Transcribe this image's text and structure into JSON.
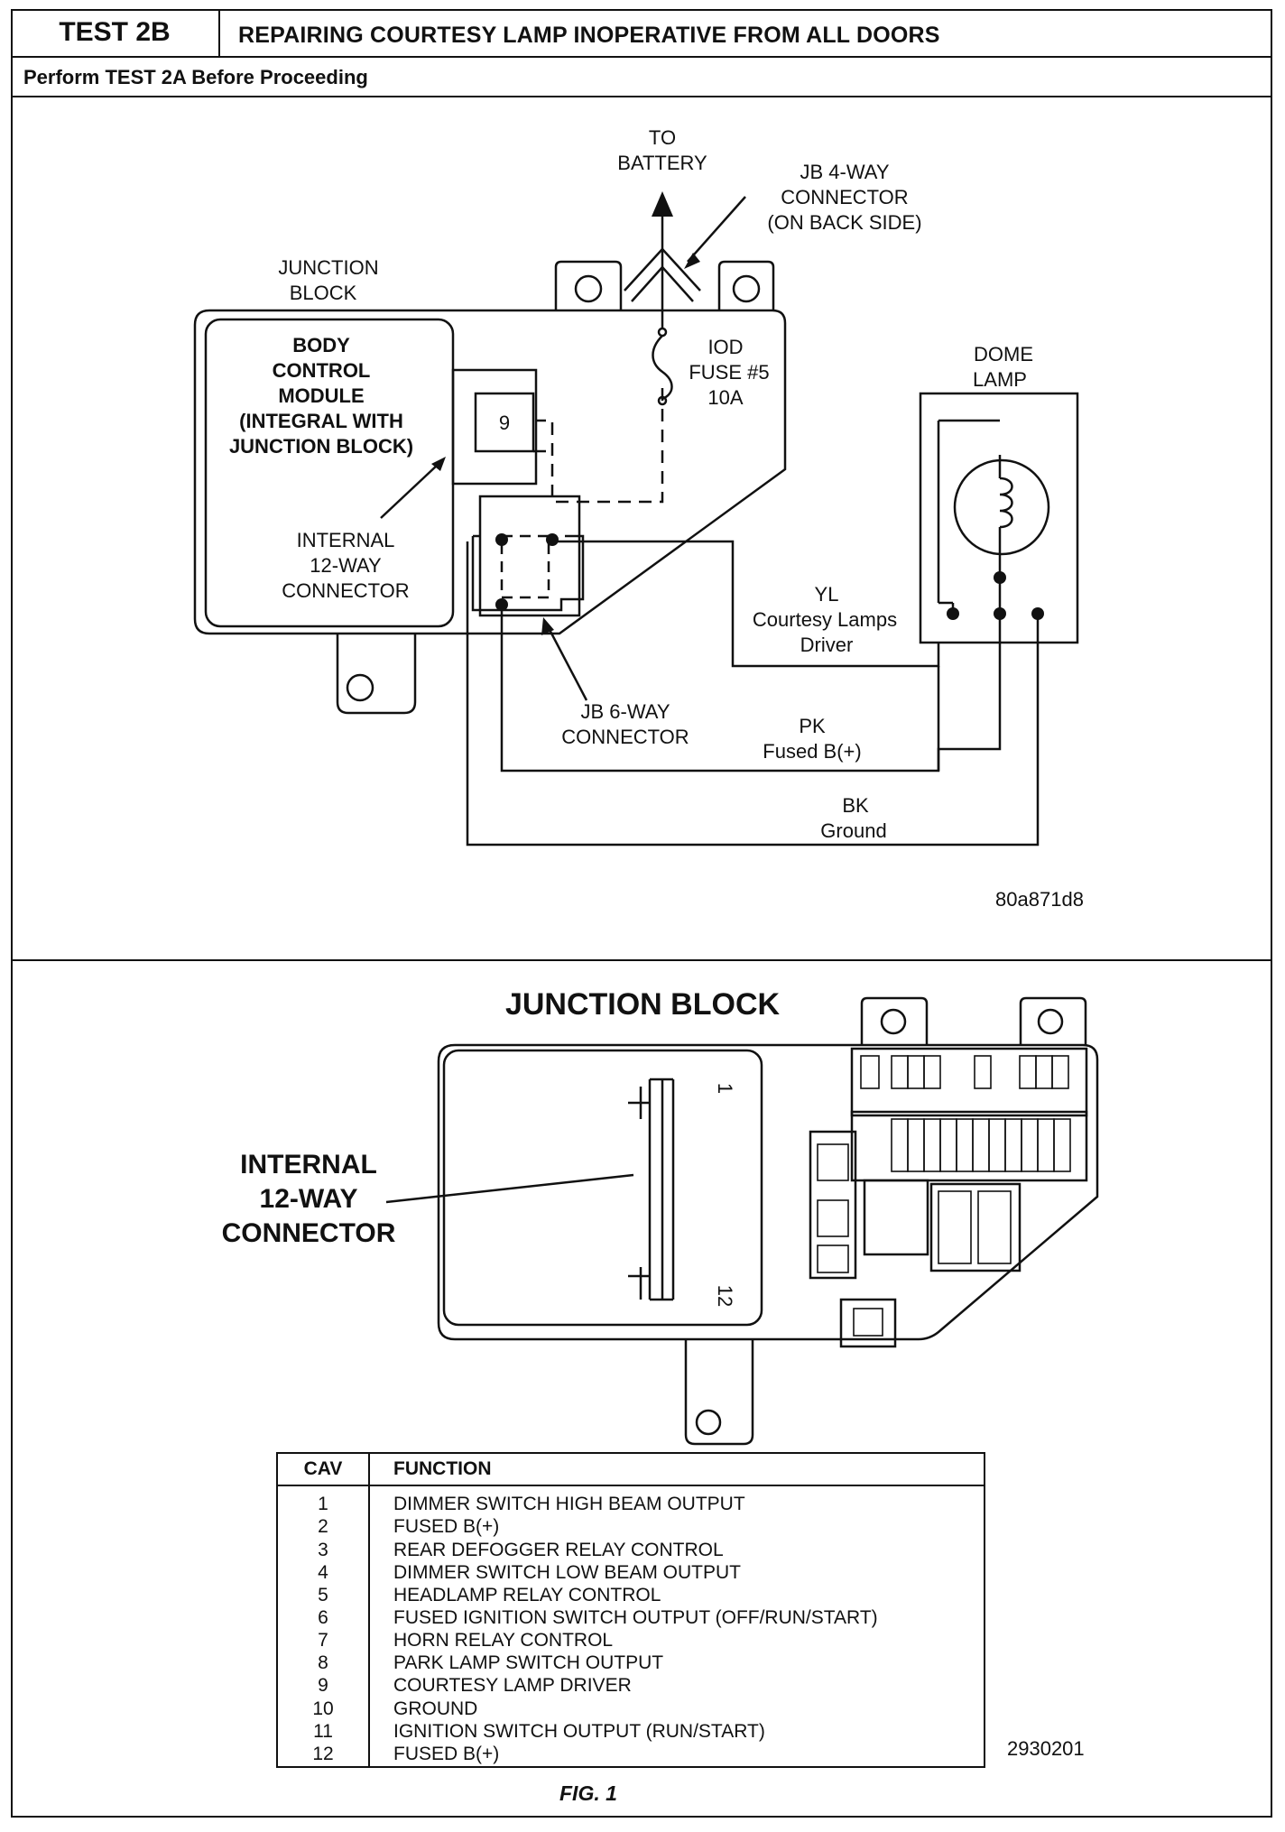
{
  "header": {
    "test_id": "TEST 2B",
    "title": "REPAIRING COURTESY LAMP INOPERATIVE FROM ALL DOORS",
    "note": "Perform TEST 2A Before Proceeding"
  },
  "wiring_diagram": {
    "to_battery": [
      "TO",
      "BATTERY"
    ],
    "jb_4way": [
      "JB 4-WAY",
      "CONNECTOR",
      "(ON BACK SIDE)"
    ],
    "junction_block": [
      "JUNCTION",
      "BLOCK"
    ],
    "bcm": [
      "BODY",
      "CONTROL",
      "MODULE",
      "(INTEGRAL WITH",
      "JUNCTION BLOCK)"
    ],
    "cavity": "9",
    "iod_fuse": [
      "IOD",
      "FUSE #5",
      "10A"
    ],
    "dome_lamp": [
      "DOME",
      "LAMP"
    ],
    "internal_12way": [
      "INTERNAL",
      "12-WAY",
      "CONNECTOR"
    ],
    "jb_6way": [
      "JB 6-WAY",
      "CONNECTOR"
    ],
    "wire_yl": [
      "YL",
      "Courtesy Lamps",
      "Driver"
    ],
    "wire_pk": [
      "PK",
      "Fused B(+)"
    ],
    "wire_bk": [
      "BK",
      "Ground"
    ],
    "image_code": "80a871d8"
  },
  "junction_block_view": {
    "title": "JUNCTION BLOCK",
    "callout": [
      "INTERNAL",
      "12-WAY",
      "CONNECTOR"
    ],
    "pin_first": "1",
    "pin_last": "12"
  },
  "cav_table": {
    "headers": {
      "cav": "CAV",
      "function": "FUNCTION"
    },
    "rows": [
      {
        "cav": "1",
        "function": "DIMMER SWITCH HIGH BEAM OUTPUT"
      },
      {
        "cav": "2",
        "function": "FUSED B(+)"
      },
      {
        "cav": "3",
        "function": "REAR DEFOGGER RELAY CONTROL"
      },
      {
        "cav": "4",
        "function": "DIMMER SWITCH LOW BEAM OUTPUT"
      },
      {
        "cav": "5",
        "function": "HEADLAMP RELAY CONTROL"
      },
      {
        "cav": "6",
        "function": "FUSED IGNITION SWITCH OUTPUT (OFF/RUN/START)"
      },
      {
        "cav": "7",
        "function": "HORN RELAY CONTROL"
      },
      {
        "cav": "8",
        "function": "PARK LAMP SWITCH OUTPUT"
      },
      {
        "cav": "9",
        "function": "COURTESY LAMP DRIVER"
      },
      {
        "cav": "10",
        "function": "GROUND"
      },
      {
        "cav": "11",
        "function": "IGNITION SWITCH OUTPUT (RUN/START)"
      },
      {
        "cav": "12",
        "function": "FUSED B(+)"
      }
    ],
    "image_code": "2930201"
  },
  "figure_label": "FIG. 1"
}
